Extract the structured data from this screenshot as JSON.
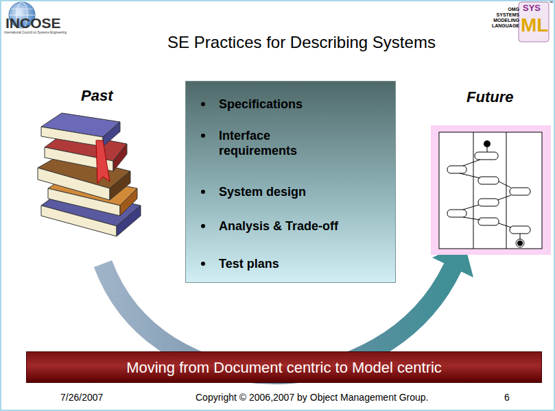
{
  "diagram": {
    "title": "SE Practices for Describing Systems",
    "nodes": [
      {
        "text": [
          "Specifications",
          "Interface requirements",
          "System design",
          "Analysis & Trade-off",
          "Test plans"
        ]
      },
      {
        "text": [
          "Moving from Document centric to Model centric"
        ]
      }
    ],
    "labels": [
      "Past",
      "Future",
      "INCOSE",
      "International Council on Systems Engineering",
      "OMG",
      "SYSTEMS",
      "MODELING",
      "LANGUAGE",
      "SYS",
      "ML",
      "™",
      "7/26/2007",
      "Copyright © 2006,2007 by Object Management Group.",
      "6"
    ]
  }
}
